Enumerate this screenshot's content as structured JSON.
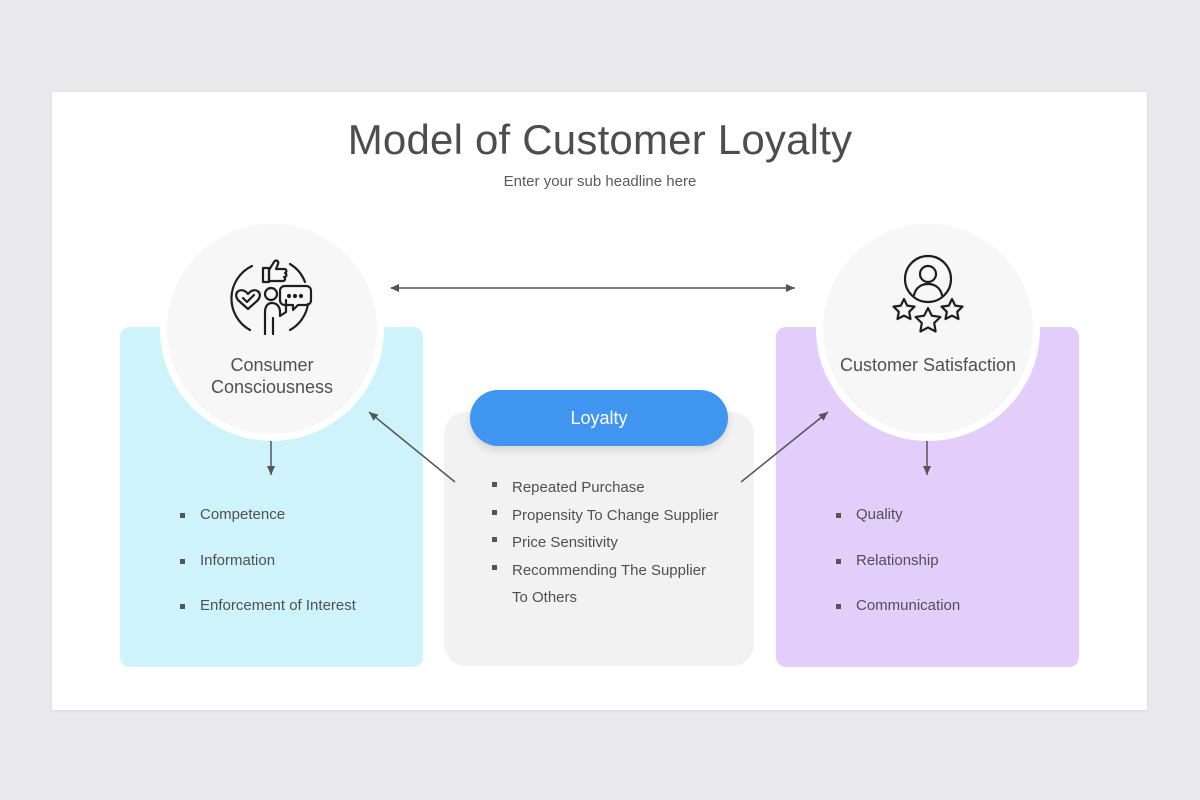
{
  "title": "Model of Customer Loyalty",
  "subtitle": "Enter your sub headline here",
  "left": {
    "label": "Consumer Consciousness",
    "icon": "consumer-consciousness-icon",
    "color": "#cff3fa",
    "items": [
      "Competence",
      "Information",
      "Enforcement of Interest"
    ]
  },
  "center": {
    "label": "Loyalty",
    "color": "#3f95f0",
    "items": [
      "Repeated Purchase",
      "Propensity To Change Supplier",
      "Price Sensitivity",
      "Recommending The Supplier To Others"
    ]
  },
  "right": {
    "label": "Customer Satisfaction",
    "icon": "customer-satisfaction-icon",
    "color": "#e3cdfb",
    "items": [
      "Quality",
      "Relationship",
      "Communication"
    ]
  }
}
